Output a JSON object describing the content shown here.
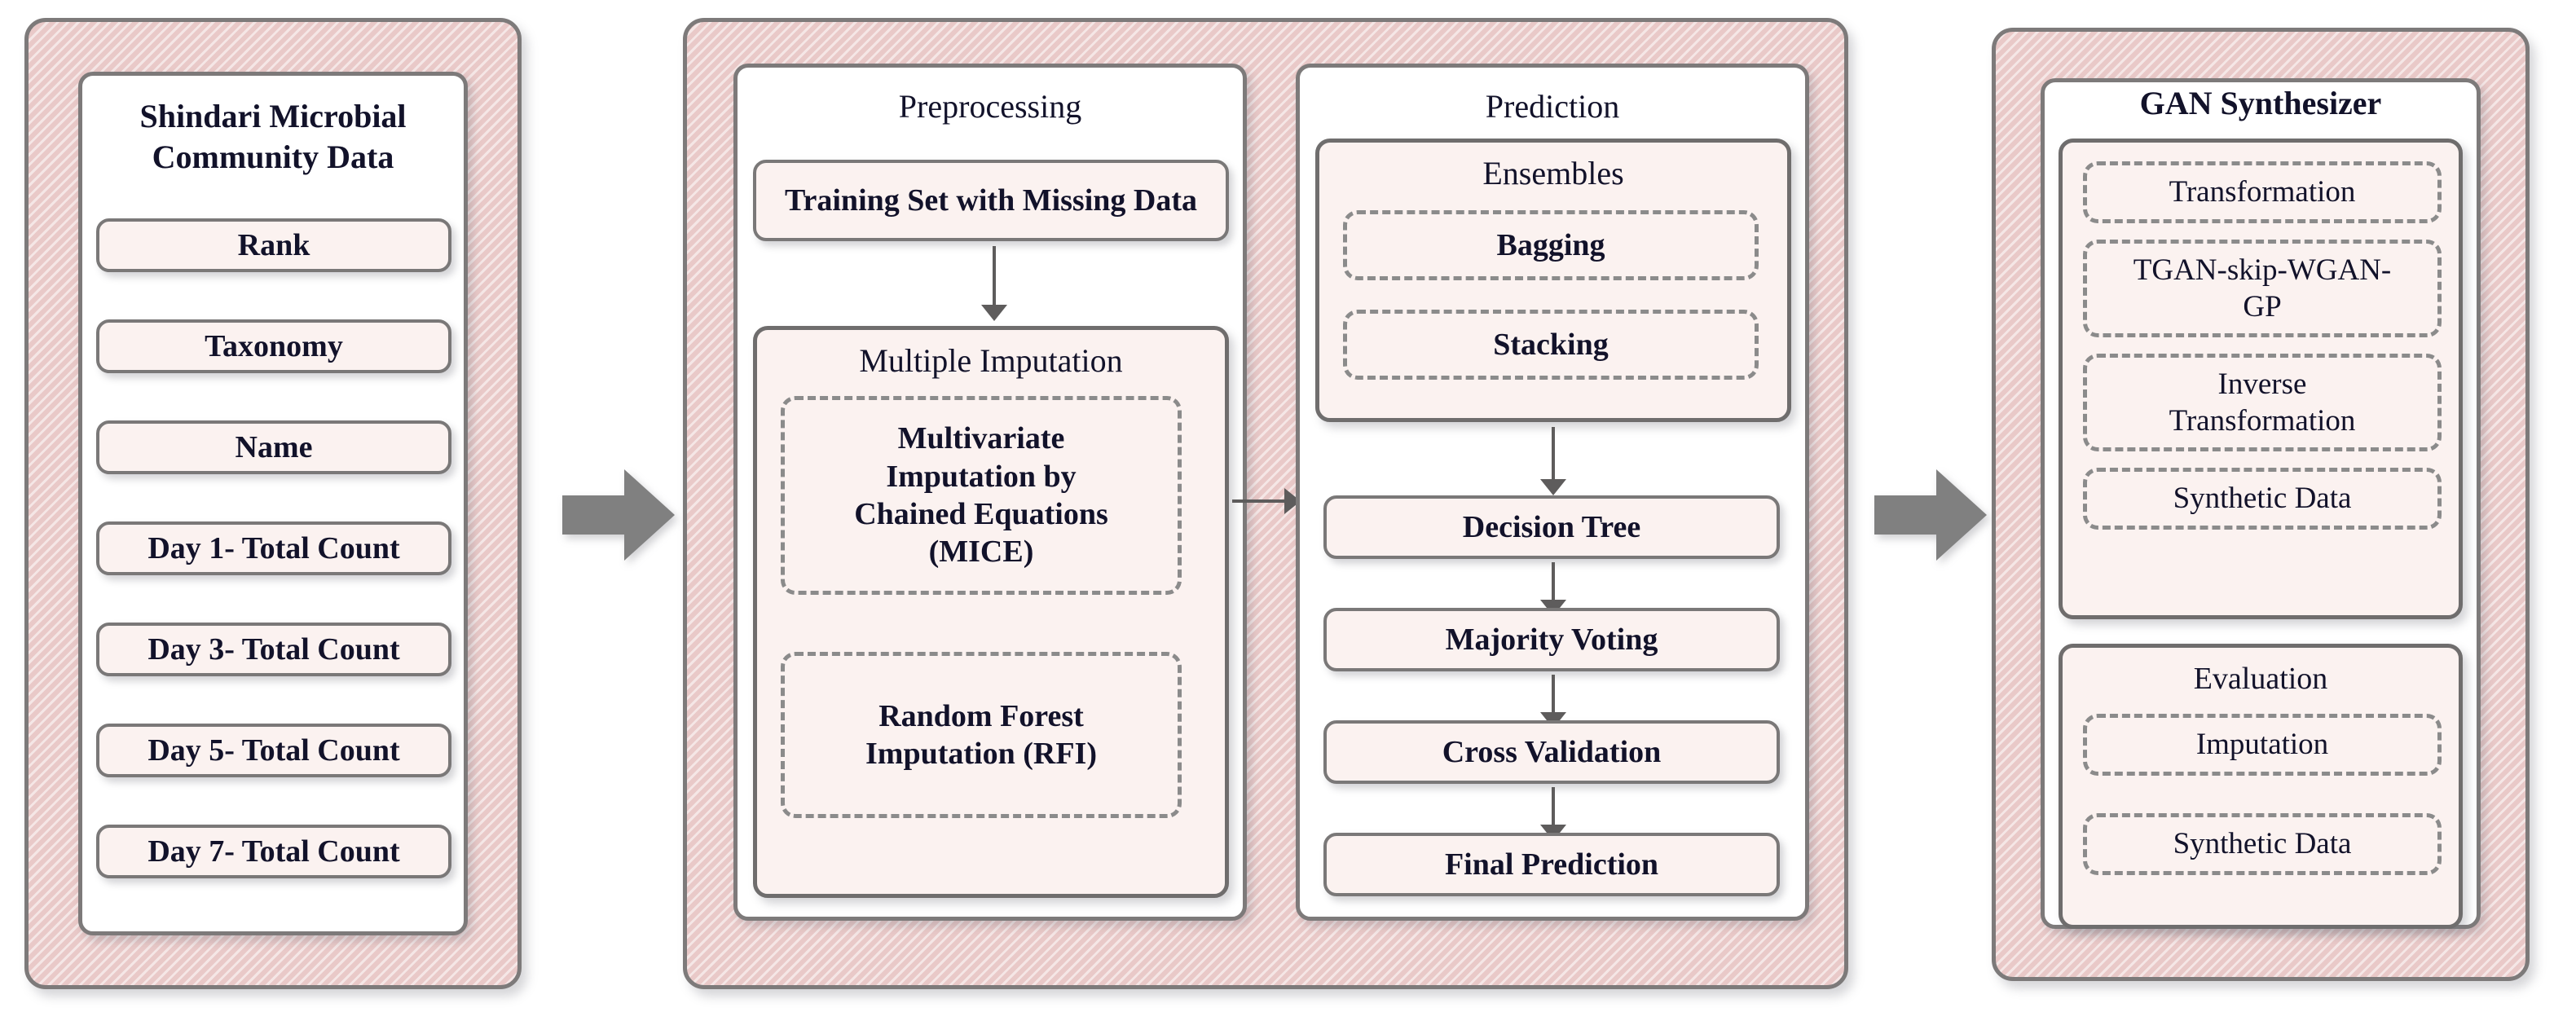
{
  "diagram": {
    "title": "Microbial community data imputation, prediction and GAN synthesis pipeline",
    "colors": {
      "stage_fill": "#e9c9c8",
      "panel_fill": "#ffffff",
      "box_fill": "#fbf2f0",
      "border_gray": "#7d7a7a",
      "dashed_gray": "#8b8b8b",
      "arrow_gray": "#808080",
      "text": "#12122a"
    }
  },
  "stages": [
    {
      "id": "data",
      "panel_title": "Shindari Microbial\nCommunity Data",
      "items": [
        {
          "label": "Rank"
        },
        {
          "label": "Taxonomy"
        },
        {
          "label": "Name"
        },
        {
          "label": "Day 1-  Total Count"
        },
        {
          "label": "Day 3-  Total Count"
        },
        {
          "label": "Day 5- Total Count"
        },
        {
          "label": "Day 7- Total Count"
        }
      ]
    },
    {
      "id": "middle",
      "preprocessing": {
        "title": "Preprocessing",
        "training_set": "Training Set with\nMissing Data",
        "multiple_imputation": {
          "title": "Multiple Imputation",
          "methods": [
            {
              "label": "Multivariate\nImputation by\nChained Equations\n(MICE)"
            },
            {
              "label": "Random Forest\nImputation (RFI)"
            }
          ]
        }
      },
      "prediction": {
        "title": "Prediction",
        "ensembles": {
          "title": "Ensembles",
          "methods": [
            {
              "label": "Bagging"
            },
            {
              "label": "Stacking"
            }
          ]
        },
        "steps": [
          {
            "label": "Decision Tree"
          },
          {
            "label": "Majority Voting"
          },
          {
            "label": "Cross Validation"
          },
          {
            "label": "Final Prediction"
          }
        ]
      }
    },
    {
      "id": "gan",
      "panel_title": "GAN Synthesizer",
      "synthesizer_steps": [
        {
          "label": "Transformation"
        },
        {
          "label": "TGAN-skip-WGAN-\nGP"
        },
        {
          "label": "Inverse\nTransformation"
        },
        {
          "label": "Synthetic Data"
        }
      ],
      "evaluation": {
        "title": "Evaluation",
        "items": [
          {
            "label": "Imputation"
          },
          {
            "label": "Synthetic Data"
          }
        ]
      }
    }
  ],
  "connectors": {
    "block_arrows": [
      {
        "name": "data-to-preprocessing"
      },
      {
        "name": "prediction-to-gan"
      }
    ],
    "flow_arrows": [
      {
        "name": "training-set-to-multiple-imputation"
      },
      {
        "name": "preprocessing-to-prediction"
      },
      {
        "name": "ensembles-to-decision-tree"
      },
      {
        "name": "decision-tree-to-majority-voting"
      },
      {
        "name": "majority-voting-to-cross-validation"
      },
      {
        "name": "cross-validation-to-final-prediction"
      }
    ]
  }
}
